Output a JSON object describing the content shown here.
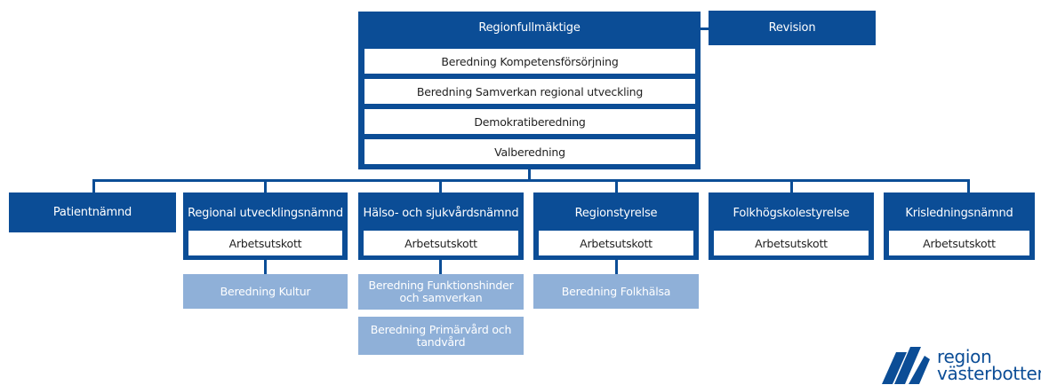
{
  "top": {
    "title": "Regionfullmäktige",
    "subs": [
      "Beredning Kompetensförsörjning",
      "Beredning Samverkan regional utveckling",
      "Demokratiberedning",
      "Valberedning"
    ]
  },
  "revision": "Revision",
  "boards": [
    {
      "title": "Patientnämnd"
    },
    {
      "title": "Regional utvecklingsnämnd",
      "sub": "Arbetsutskott",
      "extras": [
        "Beredning Kultur"
      ]
    },
    {
      "title": "Hälso- och sjukvårdsnämnd",
      "sub": "Arbetsutskott",
      "extras": [
        "Beredning Funktionshinder och samverkan",
        "Beredning Primärvård och tandvård"
      ]
    },
    {
      "title": "Regionstyrelse",
      "sub": "Arbetsutskott",
      "extras": [
        "Beredning Folkhälsa"
      ]
    },
    {
      "title": "Folkhögskolestyrelse",
      "sub": "Arbetsutskott"
    },
    {
      "title": "Krisledningsnämnd",
      "sub": "Arbetsutskott"
    }
  ],
  "logo": {
    "line1": "region",
    "line2": "västerbotten"
  },
  "colors": {
    "dark_blue": "#0b4d96",
    "light_blue": "#8fb0d8",
    "white": "#ffffff"
  }
}
